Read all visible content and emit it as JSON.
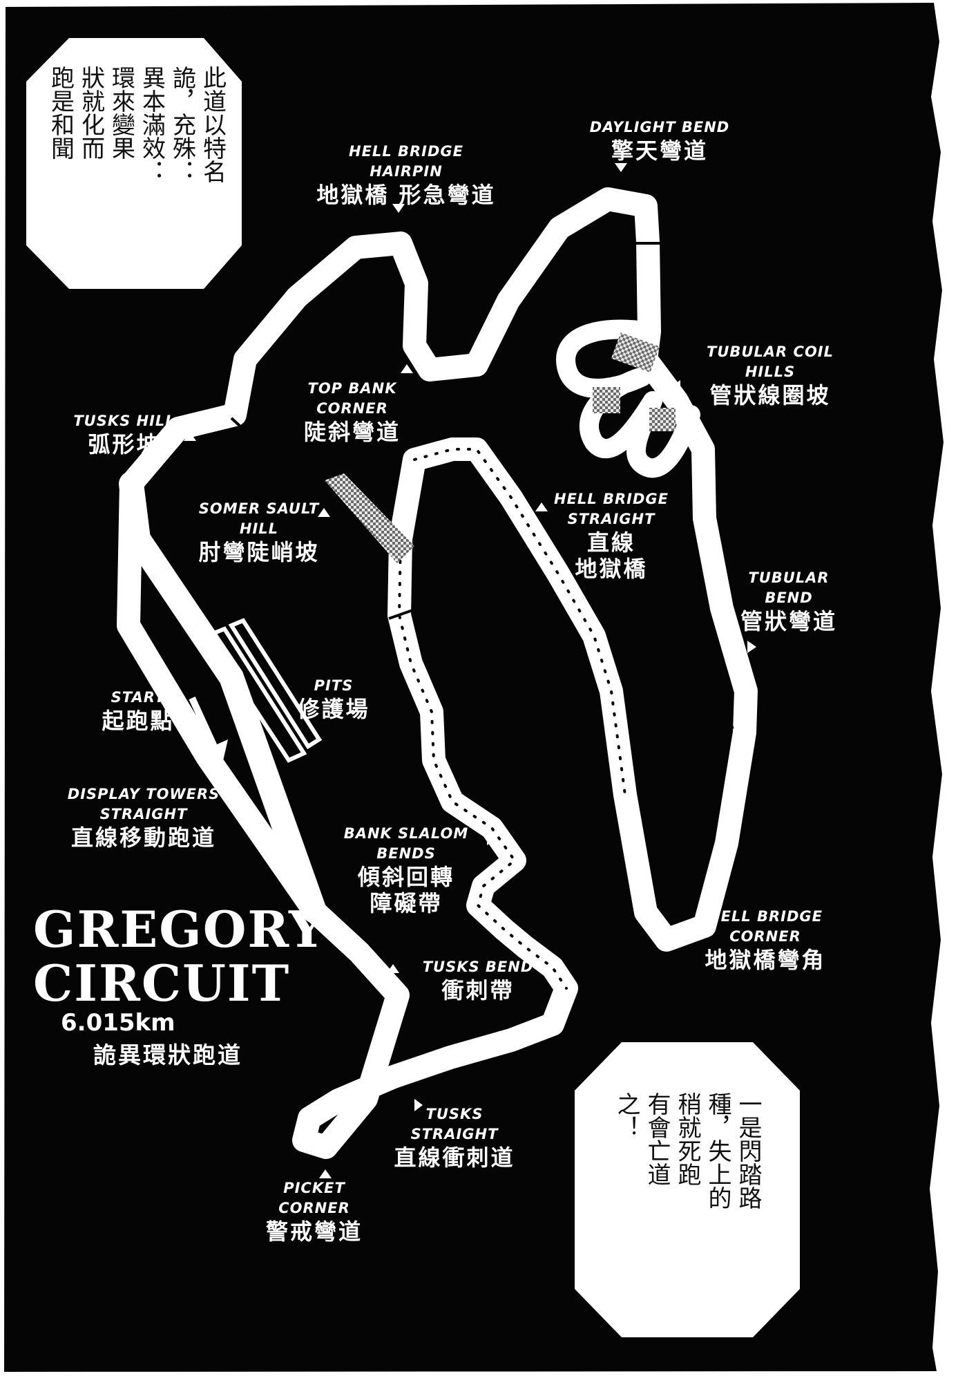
{
  "colors": {
    "background": "#050505",
    "track": "#ffffff",
    "label": "#ffffff",
    "speech_text": "#111111",
    "chequer": "#9a9a9a"
  },
  "speech_top": {
    "columns": [
      "此道以特名",
      "詭，充殊：",
      "異本滿效：",
      "環來變果",
      "狀就化而",
      "跑是和聞"
    ]
  },
  "speech_bottom": {
    "columns": [
      "一是閃踏路",
      "種，失上的",
      "稍就死跑",
      "有會亡道",
      "之！"
    ]
  },
  "title": {
    "line1": "GREGORY",
    "line2": "CIRCUIT",
    "distance": "6.015km",
    "subtitle": "詭異環狀跑道"
  },
  "labels": {
    "hell_bridge_hairpin": {
      "en1": "HELL BRIDGE",
      "en2": "HAIRPIN",
      "zh": "地獄橋 形急彎道"
    },
    "daylight_bend": {
      "en1": "DAYLIGHT BEND",
      "zh": "擎天彎道"
    },
    "tubular_coil_hills": {
      "en1": "TUBULAR COIL",
      "en2": "HILLS",
      "zh": "管狀線圈坡"
    },
    "top_bank_corner": {
      "en1": "TOP BANK",
      "en2": "CORNER",
      "zh": "陡斜彎道"
    },
    "tusks_hill": {
      "en1": "TUSKS HILL",
      "zh": "弧形坡"
    },
    "somer_sault_hill": {
      "en1": "SOMER SAULT",
      "en2": "HILL",
      "zh": "肘彎陡峭坡"
    },
    "hell_bridge_straight": {
      "en1": "HELL BRIDGE",
      "en2": "STRAIGHT",
      "zh1": "直線",
      "zh2": "地獄橋"
    },
    "tubular_bend": {
      "en1": "TUBULAR",
      "en2": "BEND",
      "zh": "管狀彎道"
    },
    "start": {
      "en1": "START",
      "zh": "起跑點"
    },
    "pits": {
      "en1": "PITS",
      "zh": "修護場"
    },
    "display_towers_straight": {
      "en1": "DISPLAY TOWERS",
      "en2": "STRAIGHT",
      "zh": "直線移動跑道"
    },
    "bank_slalom_bends": {
      "en1": "BANK SLALOM",
      "en2": "BENDS",
      "zh1": "傾斜回轉",
      "zh2": "障礙帶"
    },
    "hell_bridge_corner": {
      "en1": "HELL BRIDGE",
      "en2": "CORNER",
      "zh": "地獄橋彎角"
    },
    "tusks_bend": {
      "en1": "TUSKS BEND",
      "zh": "衝刺帶"
    },
    "tusks_straight": {
      "en1": "TUSKS",
      "en2": "STRAIGHT",
      "zh": "直線衝刺道"
    },
    "picket_corner": {
      "en1": "PICKET",
      "en2": "CORNER",
      "zh": "警戒彎道"
    }
  }
}
